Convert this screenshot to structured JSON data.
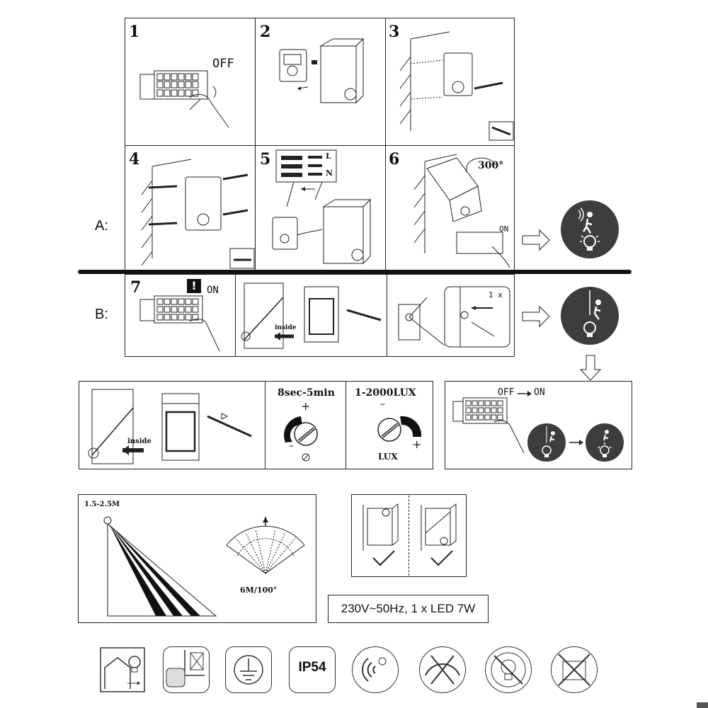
{
  "section_a": {
    "label": "A:",
    "steps": [
      {
        "number": "1",
        "text": "OFF"
      },
      {
        "number": "2"
      },
      {
        "number": "3"
      },
      {
        "number": "4"
      },
      {
        "number": "5",
        "wiring": [
          "L",
          "N"
        ]
      },
      {
        "number": "6",
        "rotation": "300°",
        "text": "ON"
      }
    ]
  },
  "section_b": {
    "label": "B:",
    "step7": {
      "number": "7",
      "warning": "!",
      "text": "ON"
    },
    "inside": "inside",
    "press": "1 x"
  },
  "adjust": {
    "inside": "inside",
    "time_range": "8sec-5min",
    "time_plus": "+",
    "time_minus": "–",
    "lux_range": "1-2000LUX",
    "lux_minus": "–",
    "lux_plus": "+",
    "lux_label": "LUX",
    "switch_text": "OFF",
    "switch_text_on": "ON"
  },
  "detection": {
    "height": "1.5-2.5M",
    "range": "6M/100°"
  },
  "spec": "230V~50Hz, 1 x LED 7W",
  "icons": [
    "house-lamp-icon",
    "no-cover-icon",
    "ground-icon",
    "ip54-icon",
    "motion-sensor-icon",
    "no-dimmer-icon",
    "led-not-replaceable-icon",
    "no-disposal-icon"
  ],
  "ip_rating": "IP54"
}
